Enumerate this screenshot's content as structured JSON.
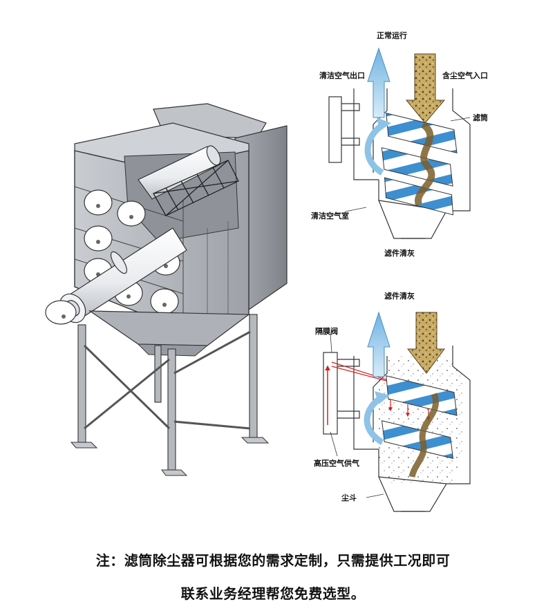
{
  "normal_op": {
    "title": "正常运行",
    "clean_air_outlet": "清洁空气出口",
    "dusty_air_inlet": "含尘空气入口",
    "filter_cartridge": "滤筒",
    "clean_air_chamber": "清洁空气室",
    "cleaning": "滤件清灰"
  },
  "cleaning_op": {
    "title": "滤件清灰",
    "diaphragm_valve": "隔膜阀",
    "high_pressure_air": "高压空气供气",
    "dust_hopper": "尘斗"
  },
  "footer": {
    "line1": "注：滤筒除尘器可根据您的需求定制，只需提供工况即可",
    "line2": "联系业务经理帮您免费选型。"
  },
  "colors": {
    "steel": "#b8bcc2",
    "steel_dark": "#8d9197",
    "air_blue": "#a9d3ee",
    "stripe_blue": "#3d8fd0",
    "dust": "#b89a55",
    "pulse_red": "#d42020"
  }
}
